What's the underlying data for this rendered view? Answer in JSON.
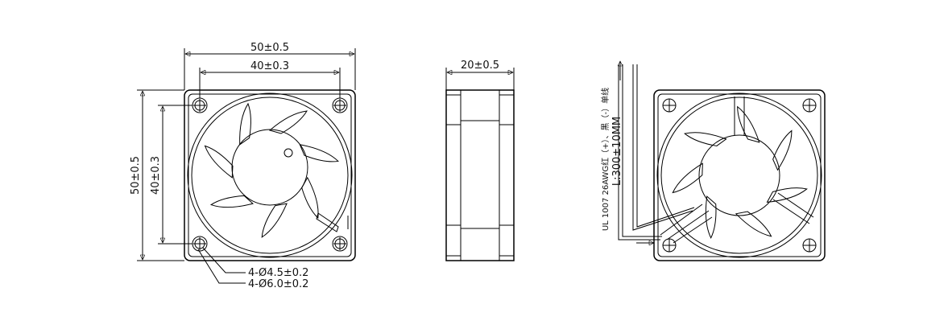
{
  "front_view": {
    "width_outer": "50±0.5",
    "width_holes": "40±0.3",
    "height_outer": "50±0.5",
    "height_holes": "40±0.3",
    "hole_small": "4-Ø4.5±0.2",
    "hole_large": "4-Ø6.0±0.2"
  },
  "side_view": {
    "thickness": "20±0.5"
  },
  "back_view": {
    "wire_spec": "UL 1007 26AWG红（+）、黑（-）单线",
    "wire_length": "L:300±10MM"
  }
}
